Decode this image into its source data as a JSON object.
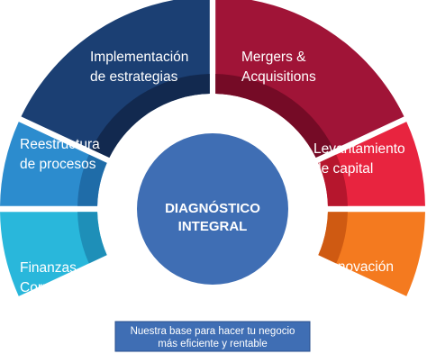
{
  "segments": [
    {
      "key": "finanzas",
      "lines": [
        "Finanzas",
        "Corporativas"
      ],
      "outer": "#29B7DB",
      "inner": "#1E8FB8"
    },
    {
      "key": "reestructura",
      "lines": [
        "Reestructura",
        "de procesos"
      ],
      "outer": "#2C8CCE",
      "inner": "#1F6CA8"
    },
    {
      "key": "implementacion",
      "lines": [
        "Implementación",
        "de estrategias"
      ],
      "outer": "#1B3F73",
      "inner": "#12294F"
    },
    {
      "key": "mergers",
      "lines": [
        "Mergers &",
        "Acquisitions"
      ],
      "outer": "#A01437",
      "inner": "#750B26"
    },
    {
      "key": "levantamiento",
      "lines": [
        "Levantamiento",
        "de capital"
      ],
      "outer": "#E8243F",
      "inner": "#B6162D"
    },
    {
      "key": "innovacion",
      "lines": [
        "Innovación"
      ],
      "outer": "#F47A1F",
      "inner": "#CF5A12"
    }
  ],
  "center": {
    "line1": "DIAGNÓSTICO",
    "line2": "INTEGRAL",
    "color": "#3F6EB4"
  },
  "note": {
    "line1": "Nuestra base para hacer tu negocio",
    "line2": "más eficiente y rentable",
    "color": "#3F6EB4"
  }
}
